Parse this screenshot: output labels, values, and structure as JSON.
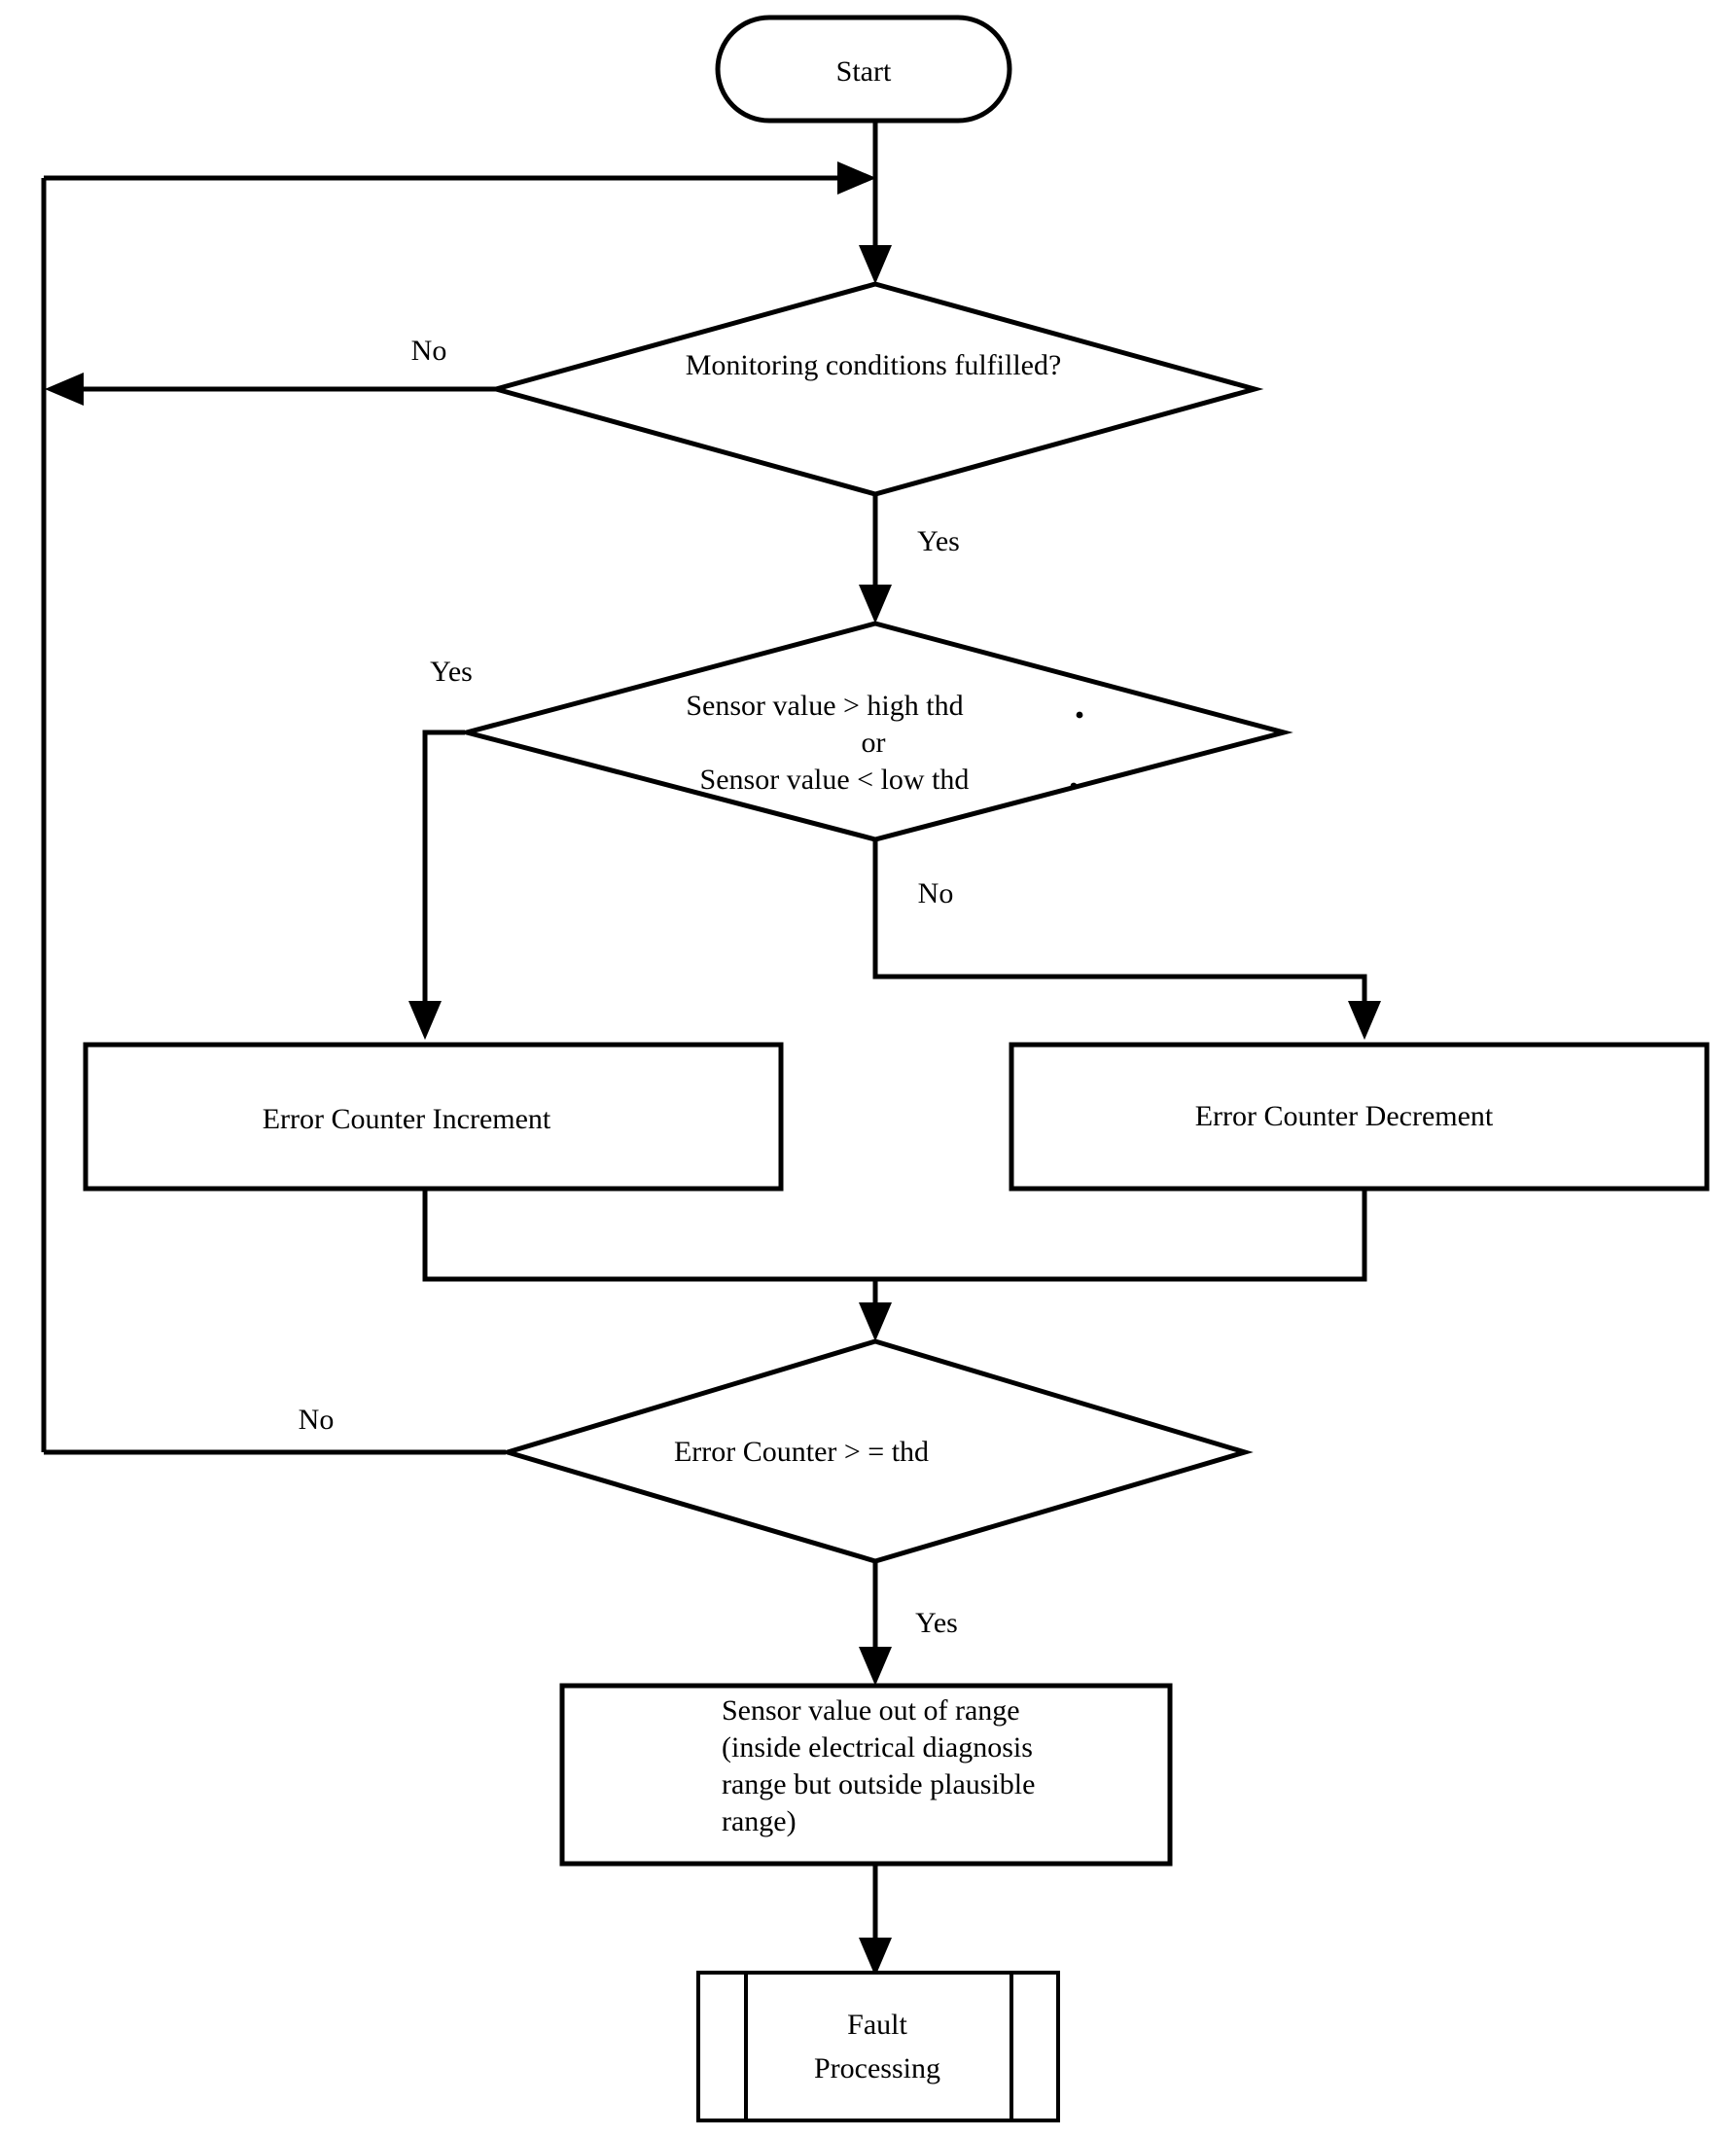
{
  "diagram": {
    "title": "Sensor plausibility monitoring flowchart",
    "background": "#ffffff",
    "line_color": "#000000",
    "text_color": "#000000"
  },
  "nodes": {
    "start": {
      "shape": "terminator",
      "label": "Start"
    },
    "monitoring_decision": {
      "shape": "diamond",
      "label": "Monitoring  conditions fulfilled?"
    },
    "sensor_decision": {
      "shape": "diamond",
      "line1": "Sensor value > high thd",
      "line2": "or",
      "line3": "Sensor    value < low thd",
      "mark1": ".",
      "mark2": "."
    },
    "error_counter_increment": {
      "shape": "process",
      "label": "Error Counter Increment"
    },
    "error_counter_decrement": {
      "shape": "process",
      "label": "Error Counter Decrement"
    },
    "error_counter_decision": {
      "shape": "diamond",
      "label": "Error Counter > = thd"
    },
    "sensor_out_of_range": {
      "shape": "process",
      "line1": "Sensor value out of range",
      "line2": "(inside electrical diagnosis",
      "line3": "range but outside plausible",
      "line4": "range)"
    },
    "fault_processing": {
      "shape": "predefined-process",
      "line1": "Fault",
      "line2": "Processing"
    }
  },
  "edge_labels": {
    "monitoring_no": "No",
    "monitoring_yes": "Yes",
    "sensor_yes": "Yes",
    "sensor_no": "No",
    "counter_no": "No",
    "counter_yes": "Yes"
  }
}
